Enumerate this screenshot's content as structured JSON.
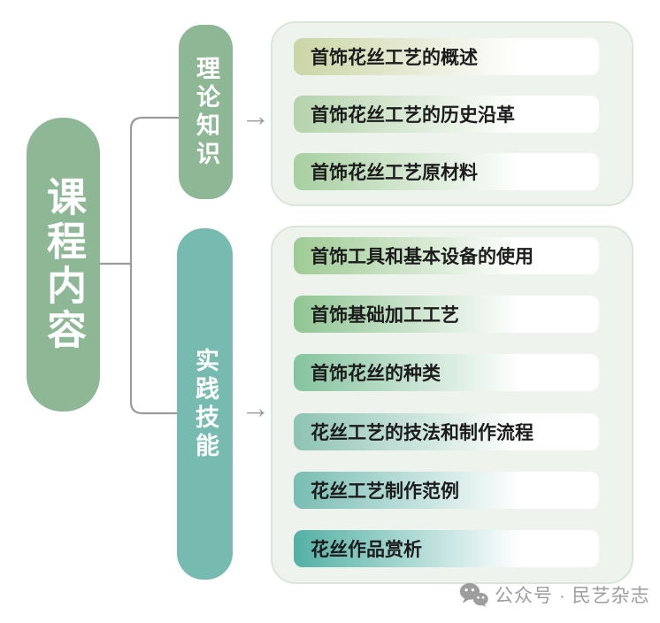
{
  "colors": {
    "root_node_bg": "#8db795",
    "theory_node_bg": "#8db795",
    "practice_node_bg": "#76bab0",
    "connector_line": "#9b9b9b",
    "panel_bg": "#eef3ee",
    "panel_border": "#d9e7da",
    "item_text": "#1c1c1c",
    "watermark_gray": "#9d9d9d"
  },
  "root": {
    "label": "课程内容"
  },
  "branches": [
    {
      "label": "理论知识",
      "color": "#8db795",
      "items": [
        {
          "label": "首饰花丝工艺的概述",
          "color": "#cbd5a5"
        },
        {
          "label": "首饰花丝工艺的历史沿革",
          "color": "#b4d3ab"
        },
        {
          "label": "首饰花丝工艺原材料",
          "color": "#a7cfa0"
        }
      ]
    },
    {
      "label": "实践技能",
      "color": "#76bab0",
      "items": [
        {
          "label": "首饰工具和基本设备的使用",
          "color": "#9ecb94"
        },
        {
          "label": "首饰基础加工工艺",
          "color": "#8fc593"
        },
        {
          "label": "首饰花丝的种类",
          "color": "#85c39e"
        },
        {
          "label": "花丝工艺的技法和制作流程",
          "color": "#8dc3b3"
        },
        {
          "label": "花丝工艺制作范例",
          "color": "#78bdb3"
        },
        {
          "label": "花丝作品赏析",
          "color": "#53b0a4"
        }
      ]
    }
  ],
  "icons": {
    "arrow_right": "→",
    "wechat": "wechat-logo"
  },
  "watermark": {
    "text": "公众号 · 民艺杂志"
  }
}
